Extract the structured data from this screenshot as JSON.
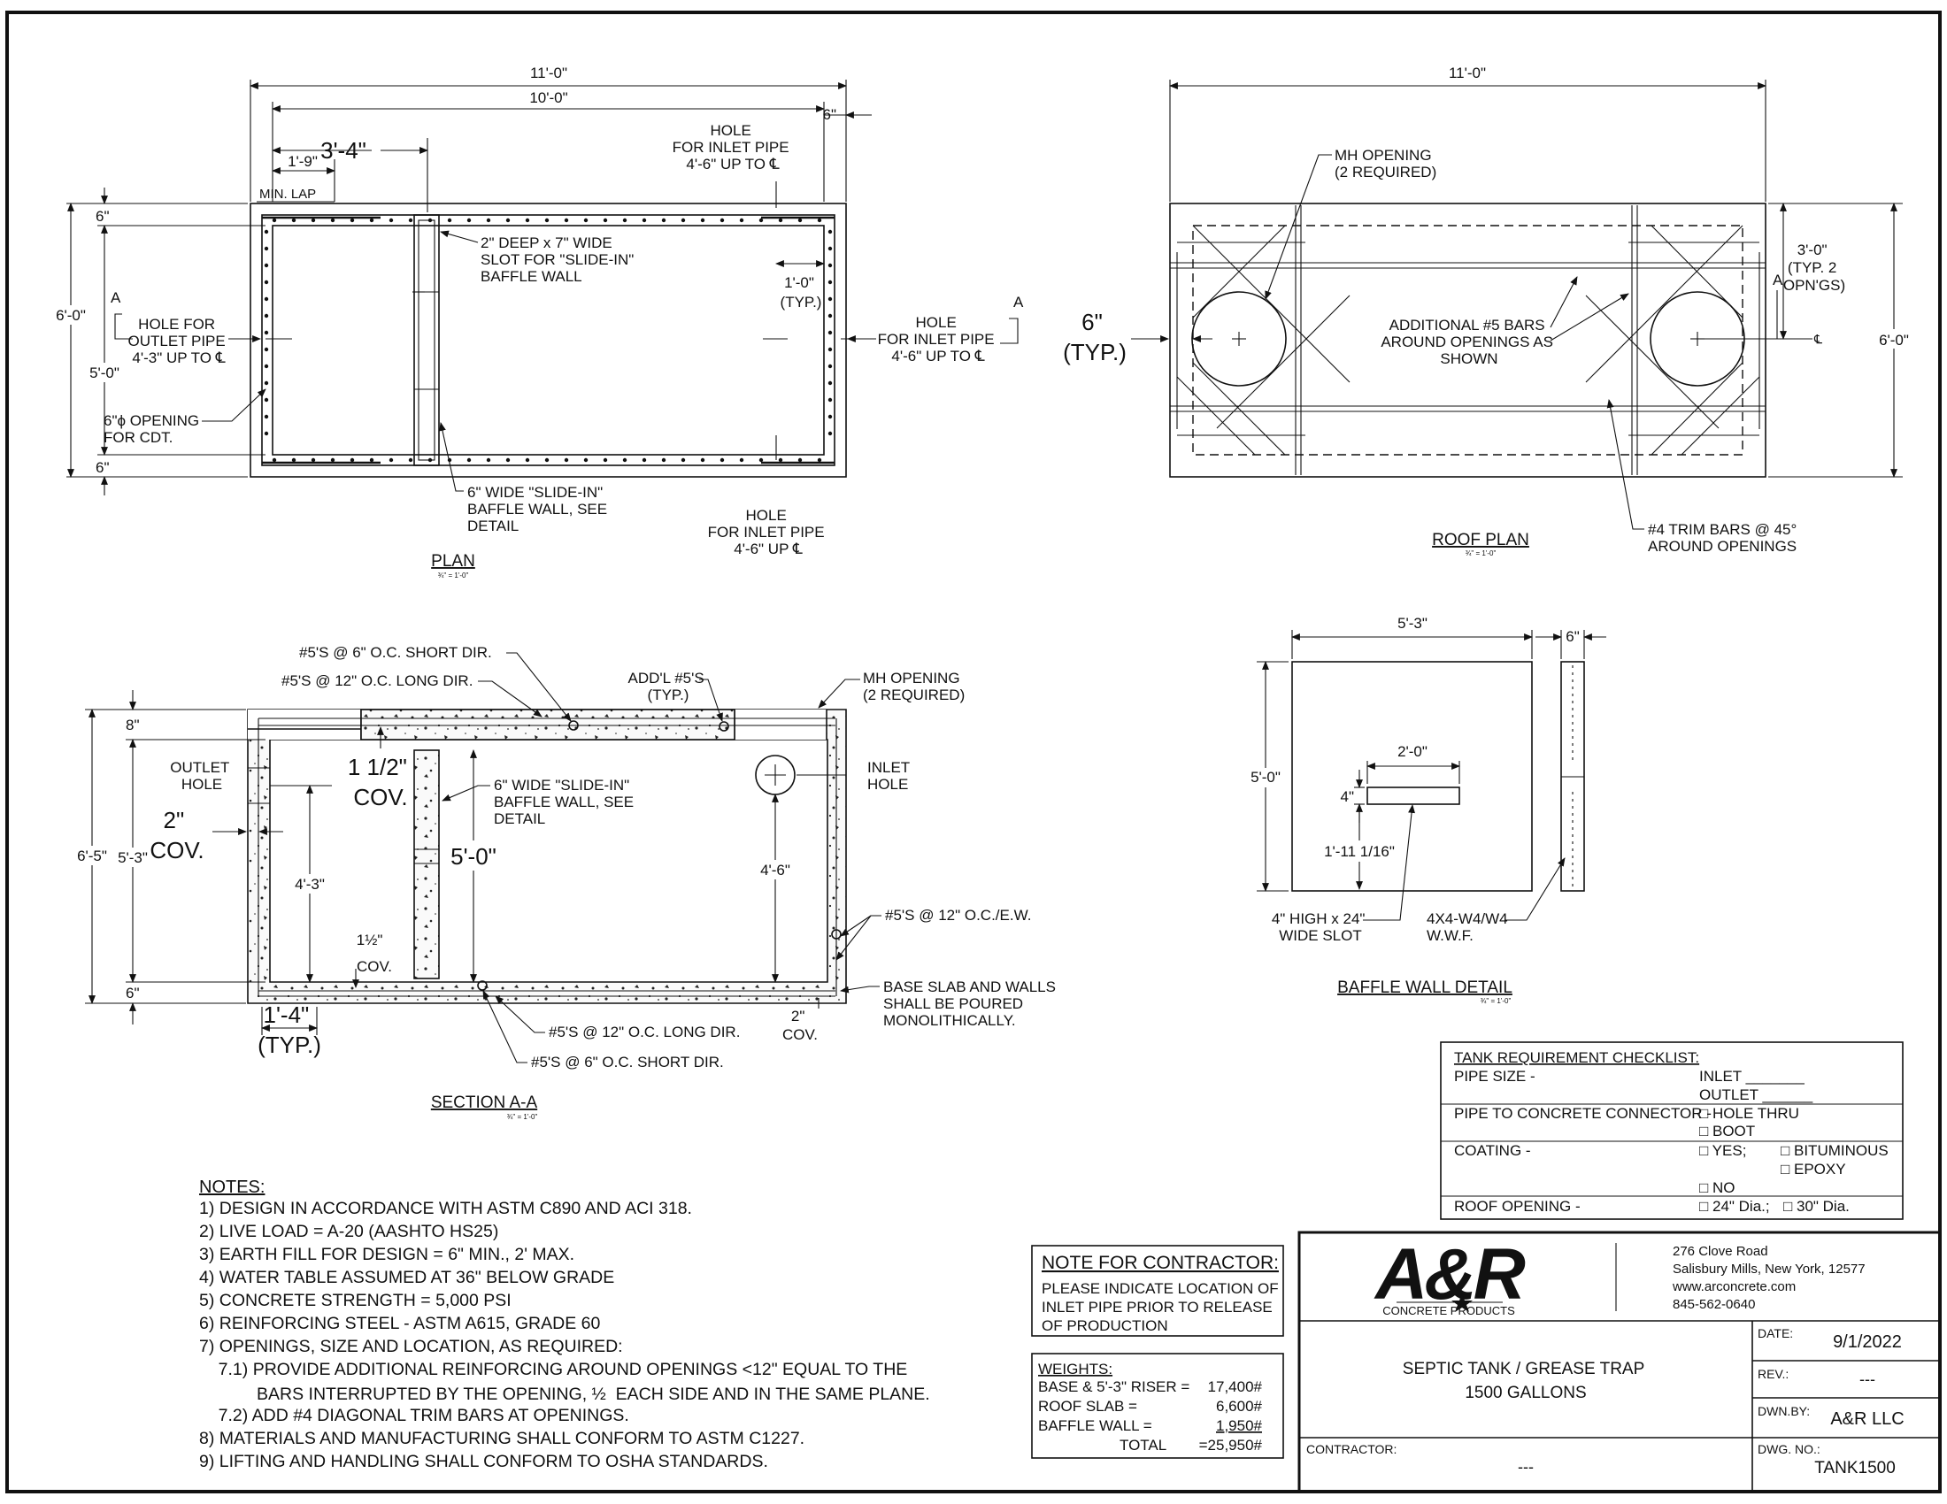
{
  "plan": {
    "title": "PLAN",
    "scale": "¾\" = 1'-0\"",
    "dims": {
      "overall": "11'-0\"",
      "inner": "10'-0\"",
      "six_right": "6\"",
      "slot_pos": "3'-4\"",
      "lap": "1'-9\"",
      "min_lap": "MIN. LAP",
      "height": "6'-0\"",
      "inner_height": "5'-0\"",
      "six_top": "6\"",
      "six_bottom": "6\"",
      "typ": "1'-0\"",
      "typ2": "(TYP.)"
    },
    "section_mark": "A",
    "labels": {
      "hole_inlet_top": [
        "HOLE",
        "FOR INLET PIPE",
        "4'-6\" UP TO ℄"
      ],
      "slot": [
        "2\" DEEP x 7\" WIDE",
        "SLOT FOR \"SLIDE-IN\"",
        "BAFFLE WALL"
      ],
      "hole_outlet": [
        "HOLE FOR",
        "OUTLET PIPE",
        "4'-3\" UP TO ℄"
      ],
      "opening_cdt": [
        "6\"ϕ OPENING",
        "FOR CDT."
      ],
      "hole_inlet_right": [
        "HOLE",
        "FOR INLET PIPE",
        "4'-6\" UP TO ℄"
      ],
      "baffle": [
        "6\" WIDE \"SLIDE-IN\"",
        "BAFFLE WALL, SEE",
        "DETAIL"
      ],
      "hole_inlet_bottom": [
        "HOLE",
        "FOR INLET PIPE",
        "4'-6\" UP ℄"
      ]
    }
  },
  "roof_plan": {
    "title": "ROOF PLAN",
    "scale": "¾\" = 1'-0\"",
    "dims": {
      "overall": "11'-0\"",
      "height": "6'-0\"",
      "opn": [
        "3'-0\"",
        "(TYP. 2",
        "OPN'GS)"
      ],
      "six": "6\"",
      "typ": "(TYP.)"
    },
    "section_mark": "A",
    "cl": "℄",
    "labels": {
      "mh": [
        "MH OPENING",
        "(2 REQUIRED)"
      ],
      "bars": [
        "ADDITIONAL #5 BARS",
        "AROUND OPENINGS AS",
        "SHOWN"
      ],
      "trim": [
        "#4 TRIM BARS @ 45°",
        "AROUND OPENINGS"
      ]
    }
  },
  "section": {
    "title": "SECTION A-A",
    "scale": "¾\" = 1'-0\"",
    "dims": {
      "eight": "8\"",
      "total": "6'-5\"",
      "inner": "5'-3\"",
      "six": "6\"",
      "cov2": [
        "2\"",
        "COV."
      ],
      "cov15": [
        "1 1/2\"",
        "COV."
      ],
      "outlet_h": "4'-3\"",
      "inlet_h": "4'-6\"",
      "baffle_h": "5'-0\"",
      "cov_small": [
        "1½\"",
        "COV."
      ],
      "wall": [
        "1'-4\"",
        "(TYP.)"
      ],
      "cov_bottom": [
        "2\"",
        "COV."
      ]
    },
    "labels": {
      "short_top": "#5'S @ 6\" O.C. SHORT DIR.",
      "long_top": "#5'S @ 12\" O.C. LONG DIR.",
      "addl": [
        "ADD'L #5'S",
        "(TYP.)"
      ],
      "mh": [
        "MH OPENING",
        "(2 REQUIRED)"
      ],
      "outlet": [
        "OUTLET",
        "HOLE"
      ],
      "inlet": [
        "INLET",
        "HOLE"
      ],
      "baffle": [
        "6\" WIDE \"SLIDE-IN\"",
        "BAFFLE WALL, SEE",
        "DETAIL"
      ],
      "ew": "#5'S @ 12\" O.C./E.W.",
      "base": [
        "BASE SLAB AND WALLS",
        "SHALL BE POURED",
        "MONOLITHICALLY."
      ],
      "long_bottom": "#5'S @ 12\" O.C. LONG DIR.",
      "short_bottom": "#5'S @ 6\" O.C. SHORT DIR."
    }
  },
  "baffle_detail": {
    "title": "BAFFLE WALL DETAIL",
    "scale": "¾\" = 1'-0\"",
    "dims": {
      "width": "5'-3\"",
      "thick": "6\"",
      "height": "5'-0\"",
      "slot_w": "2'-0\"",
      "slot_h": "4\"",
      "slot_pos": "1'-11 1/16\""
    },
    "labels": {
      "slot": [
        "4\" HIGH x 24\"",
        "WIDE SLOT"
      ],
      "wwf": [
        "4X4-W4/W4",
        "W.W.F."
      ]
    }
  },
  "checklist": {
    "title": "TANK REQUIREMENT CHECKLIST:",
    "pipe_size": "PIPE SIZE -",
    "inlet": "INLET _______",
    "outlet": "OUTLET ______",
    "connector": "PIPE TO CONCRETE CONNECTOR -",
    "hole_thru": "□ HOLE THRU",
    "boot": "□ BOOT",
    "coating": "COATING -",
    "yes": "□ YES;",
    "bituminous": "□ BITUMINOUS",
    "epoxy": "□ EPOXY",
    "no": "□ NO",
    "roof_opening": "ROOF OPENING -",
    "dia24": "□ 24\" Dia.;",
    "dia30": "□ 30\" Dia."
  },
  "notes": {
    "title": "NOTES:",
    "items": [
      "1) DESIGN IN ACCORDANCE WITH ASTM C890 AND ACI 318.",
      "2) LIVE LOAD = A-20 (AASHTO HS25)",
      "3) EARTH FILL FOR DESIGN = 6\" MIN., 2' MAX.",
      "4) WATER TABLE ASSUMED AT 36\" BELOW GRADE",
      "5) CONCRETE STRENGTH = 5,000 PSI",
      "6) REINFORCING STEEL - ASTM A615, GRADE 60",
      "7) OPENINGS, SIZE AND LOCATION, AS REQUIRED:",
      "    7.1) PROVIDE ADDITIONAL REINFORCING AROUND OPENINGS <12\" EQUAL TO THE",
      "            BARS INTERRUPTED BY THE OPENING, ½  EACH SIDE AND IN THE SAME PLANE.",
      "    7.2) ADD #4 DIAGONAL TRIM BARS AT OPENINGS.",
      "8) MATERIALS AND MANUFACTURING SHALL CONFORM TO ASTM C1227.",
      "9) LIFTING AND HANDLING SHALL CONFORM TO OSHA STANDARDS."
    ]
  },
  "contractor_note": {
    "title": "NOTE FOR CONTRACTOR:",
    "lines": [
      "PLEASE INDICATE LOCATION OF",
      "INLET PIPE PRIOR TO RELEASE",
      "OF PRODUCTION"
    ]
  },
  "weights": {
    "title": "WEIGHTS:",
    "rows": [
      {
        "label": "BASE & 5'-3\" RISER =",
        "value": "17,400#"
      },
      {
        "label": "ROOF SLAB           =",
        "value": "6,600#"
      },
      {
        "label": "BAFFLE WALL          =",
        "value": "1,950#"
      },
      {
        "label": "TOTAL",
        "value": "=25,950#"
      }
    ]
  },
  "title_block": {
    "logo": "A&R",
    "logo_sub": "CONCRETE PRODUCTS",
    "address": [
      "276 Clove Road",
      "Salisbury Mills, New York, 12577",
      "www.arconcrete.com",
      "845-562-0640"
    ],
    "title": [
      "SEPTIC TANK / GREASE TRAP",
      "1500 GALLONS"
    ],
    "date_label": "DATE:",
    "date": "9/1/2022",
    "rev_label": "REV.:",
    "rev": "---",
    "dwn_label": "DWN.BY:",
    "dwn": "A&R LLC",
    "contractor_label": "CONTRACTOR:",
    "contractor": "---",
    "dwg_label": "DWG. NO.:",
    "dwg": "TANK1500"
  }
}
